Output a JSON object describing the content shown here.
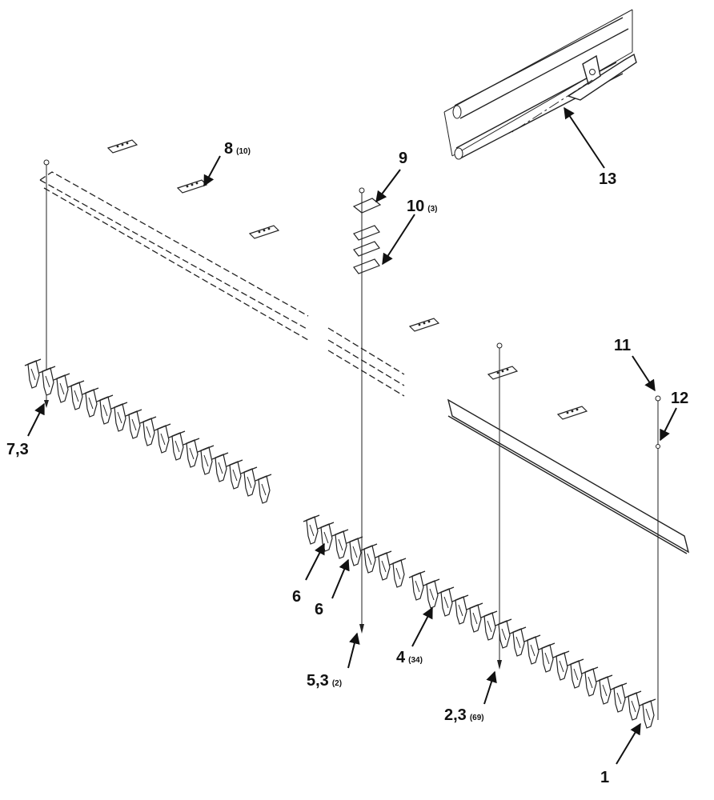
{
  "callouts": [
    {
      "id": "c1",
      "num": "1",
      "qty": ""
    },
    {
      "id": "c23",
      "num": "2,3",
      "qty": "(69)"
    },
    {
      "id": "c4",
      "num": "4",
      "qty": "(34)"
    },
    {
      "id": "c53",
      "num": "5,3",
      "qty": "(2)"
    },
    {
      "id": "c6a",
      "num": "6",
      "qty": ""
    },
    {
      "id": "c6b",
      "num": "6",
      "qty": ""
    },
    {
      "id": "c73",
      "num": "7,3",
      "qty": ""
    },
    {
      "id": "c8",
      "num": "8",
      "qty": "(10)"
    },
    {
      "id": "c9",
      "num": "9",
      "qty": ""
    },
    {
      "id": "c10",
      "num": "10",
      "qty": "(3)"
    },
    {
      "id": "c11",
      "num": "11",
      "qty": ""
    },
    {
      "id": "c12",
      "num": "12",
      "qty": ""
    },
    {
      "id": "c13",
      "num": "13",
      "qty": ""
    }
  ]
}
